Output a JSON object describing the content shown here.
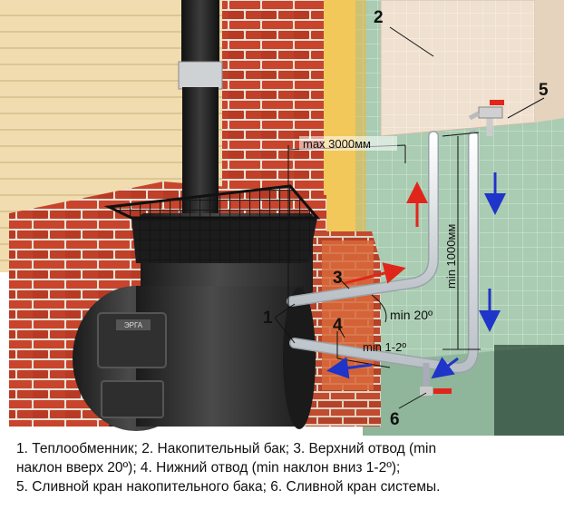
{
  "callouts": {
    "n1": "1",
    "n2": "2",
    "n3": "3",
    "n4": "4",
    "n5": "5",
    "n6": "6"
  },
  "dimensions": {
    "max_length": "max 3000мм",
    "min_height": "min 1000мм",
    "upper_angle": "min 20º",
    "lower_angle": "min 1-2º"
  },
  "door_plate": "ЭРГА",
  "caption": {
    "line1": "1. Теплообменник;  2. Накопительный бак;  3. Верхний отвод (min",
    "line2": "наклон вверх 20º);  4. Нижний отвод (min наклон вниз 1-2º);",
    "line3": "5. Сливной кран накопительного бака;  6. Сливной кран системы."
  },
  "colors": {
    "brick": "#c8442c",
    "mortar": "#e9e2d6",
    "tile": "#a9ccb2",
    "stove": "#2a2a2a",
    "pipe": "#e4e7ea",
    "hot_arrow": "#e0261b",
    "cold_arrow": "#1f34c8",
    "wall_wood": "#eed7a6"
  }
}
